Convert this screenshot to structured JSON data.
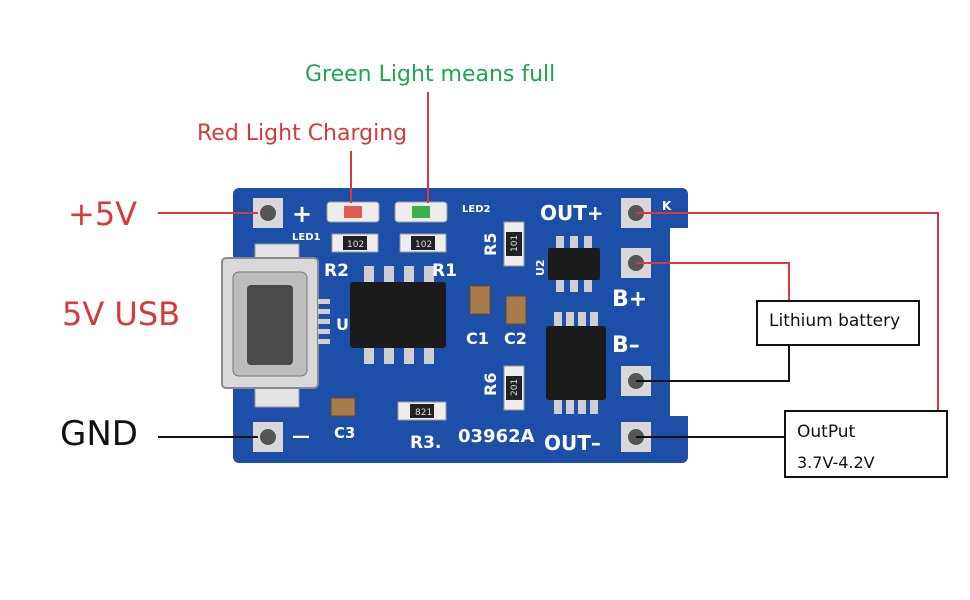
{
  "annotations": {
    "green_light": "Green Light means full",
    "red_light": "Red Light Charging",
    "plus_5v": "+5V",
    "usb": "5V USB",
    "gnd": "GND",
    "lithium_battery": "Lithium battery",
    "output_title": "OutPut",
    "output_range": "3.7V-4.2V"
  },
  "board": {
    "silk_plus": "+",
    "silk_minus": "—",
    "led1": "LED1",
    "led2": "LED2",
    "out_plus": "OUT+",
    "out_minus": "OUT–",
    "b_plus": "B+",
    "b_minus": "B–",
    "k": "K",
    "r1": "R1",
    "r2": "R2",
    "r3": "R3.",
    "r5": "R5",
    "r6": "R6",
    "c1": "C1",
    "c2": "C2",
    "c3": "C3",
    "u1": "U",
    "u2": "U2",
    "code": "03962A",
    "res_102a": "102",
    "res_102b": "102",
    "res_101": "101",
    "res_201": "201",
    "res_821": "821"
  },
  "colors": {
    "label_red": "#d63a3a",
    "label_green": "#1fa64a",
    "pcb_blue": "#1d4fa8"
  }
}
